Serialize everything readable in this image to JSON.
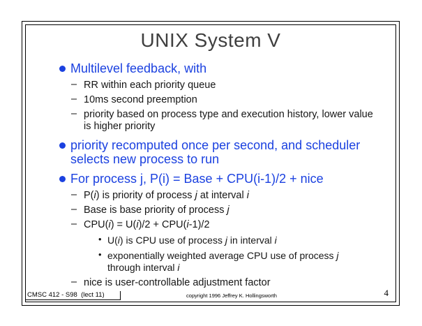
{
  "slide": {
    "title": "UNIX System V",
    "page_number": "4",
    "footer": {
      "left": "CMSC 412 - S98  (lect 11)",
      "center": "copyright 1996 Jeffrey K. Hollingsworth"
    },
    "colors": {
      "accent_blue": "#1b41e0",
      "title_color": "#3f3f3f",
      "body_color": "#161616"
    },
    "bullets": [
      {
        "level": 1,
        "text": "Multilevel feedback, with"
      },
      {
        "level": 2,
        "text": "RR within each priority queue"
      },
      {
        "level": 2,
        "text": "10ms second preemption"
      },
      {
        "level": 2,
        "text": "priority based on process type and execution history, lower value is higher priority"
      },
      {
        "level": 1,
        "text": "priority recomputed once per second, and scheduler selects new process to run"
      },
      {
        "level": 1,
        "text": "For process j, P(i) = Base + CPU(i-1)/2 + nice"
      },
      {
        "level": 2,
        "text": "P(*i*) is priority of process *j* at interval *i*"
      },
      {
        "level": 2,
        "text": "Base is base priority of process *j*"
      },
      {
        "level": 2,
        "text": "CPU(*i*) = U(*i*)/2 + CPU(*i*-1)/2"
      },
      {
        "level": 3,
        "text": "U(*i*) is CPU use of process *j* in interval *i*"
      },
      {
        "level": 3,
        "text": "exponentially weighted average CPU use of process *j* through interval *i*"
      },
      {
        "level": 2,
        "text": "nice is user-controllable adjustment factor"
      }
    ]
  }
}
